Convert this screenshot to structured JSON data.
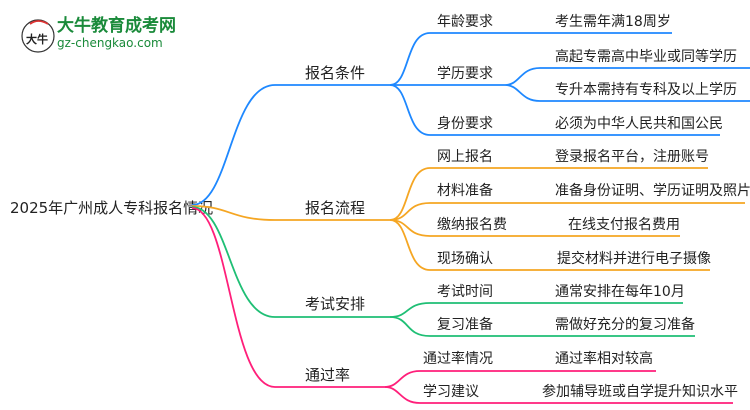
{
  "logo": {
    "name": "大牛教育成考网",
    "url": "gz-chengkao.com",
    "mark": "大牛"
  },
  "root": "2025年广州成人专科报名情况",
  "colors": {
    "blue": "#1e88ff",
    "orange": "#f5a623",
    "green": "#1fbf75",
    "pink": "#ff1f7a"
  },
  "branches": [
    {
      "label": "报名条件",
      "children": [
        {
          "label": "年龄要求",
          "leaves": [
            "考生需年满18周岁"
          ]
        },
        {
          "label": "学历要求",
          "leaves": [
            "高起专需高中毕业或同等学历",
            "专升本需持有专科及以上学历"
          ]
        },
        {
          "label": "身份要求",
          "leaves": [
            "必须为中华人民共和国公民"
          ]
        }
      ]
    },
    {
      "label": "报名流程",
      "children": [
        {
          "label": "网上报名",
          "leaves": [
            "登录报名平台，注册账号"
          ]
        },
        {
          "label": "材料准备",
          "leaves": [
            "准备身份证明、学历证明及照片"
          ]
        },
        {
          "label": "缴纳报名费",
          "leaves": [
            "在线支付报名费用"
          ]
        },
        {
          "label": "现场确认",
          "leaves": [
            "提交材料并进行电子摄像"
          ]
        }
      ]
    },
    {
      "label": "考试安排",
      "children": [
        {
          "label": "考试时间",
          "leaves": [
            "通常安排在每年10月"
          ]
        },
        {
          "label": "复习准备",
          "leaves": [
            "需做好充分的复习准备"
          ]
        }
      ]
    },
    {
      "label": "通过率",
      "children": [
        {
          "label": "通过率情况",
          "leaves": [
            "通过率相对较高"
          ]
        },
        {
          "label": "学习建议",
          "leaves": [
            "参加辅导班或自学提升知识水平"
          ]
        }
      ]
    }
  ]
}
